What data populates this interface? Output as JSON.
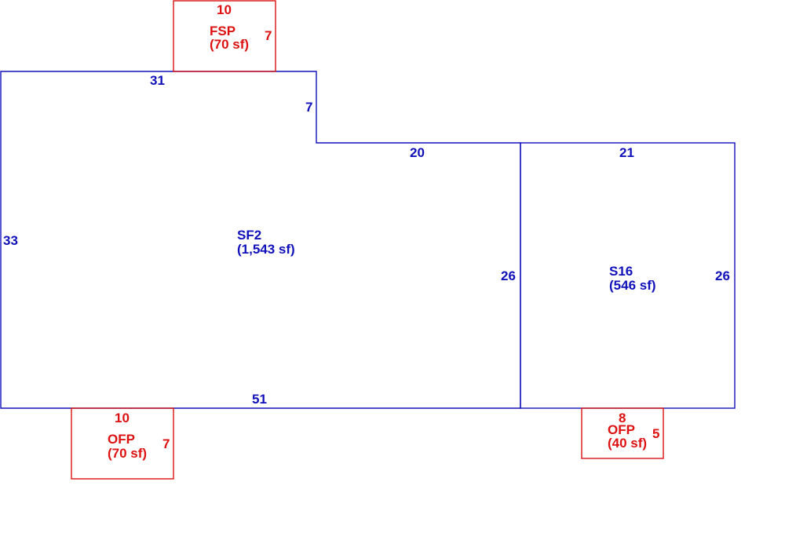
{
  "colors": {
    "main_structure": "#1111bb",
    "additions": "#dd1111"
  },
  "areas": {
    "sf2": {
      "code": "SF2",
      "area": "(1,543 sf)"
    },
    "s16": {
      "code": "S16",
      "area": "(546 sf)"
    },
    "fsp": {
      "code": "FSP",
      "area": "(70 sf)"
    },
    "ofp_left": {
      "code": "OFP",
      "area": "(70 sf)"
    },
    "ofp_right": {
      "code": "OFP",
      "area": "(40 sf)"
    }
  },
  "dimensions": {
    "sf2_top": "31",
    "sf2_step": "7",
    "sf2_upper_right": "20",
    "sf2_left": "33",
    "sf2_right": "26",
    "sf2_bottom": "51",
    "s16_top": "21",
    "s16_right": "26",
    "fsp_top": "10",
    "fsp_right": "7",
    "ofp_left_top": "10",
    "ofp_left_right": "7",
    "ofp_right_top": "8",
    "ofp_right_right": "5"
  }
}
